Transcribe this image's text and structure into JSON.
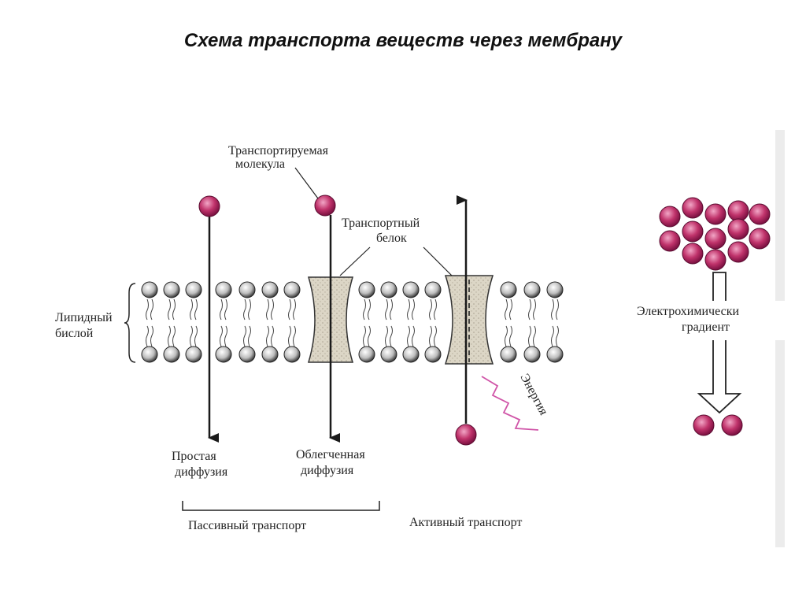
{
  "title": "Схема транспорта веществ через мембрану",
  "labels": {
    "transported_molecule_1": "Транспортируемая",
    "transported_molecule_2": "молекула",
    "transport_protein_1": "Транспортный",
    "transport_protein_2": "белок",
    "lipid_bilayer_1": "Липидный",
    "lipid_bilayer_2": "бислой",
    "simple_diffusion_1": "Простая",
    "simple_diffusion_2": "диффузия",
    "facilitated_diffusion_1": "Облегченная",
    "facilitated_diffusion_2": "диффузия",
    "passive_transport": "Пассивный транспорт",
    "active_transport": "Активный транспорт",
    "energy": "Энергия",
    "gradient_1": "Электрохимически",
    "gradient_2": "градиент"
  },
  "colors": {
    "molecule": "#c0336b",
    "protein": "#d8d2c0",
    "line": "#1a1a1a",
    "energy": "#d055a8",
    "sidebar": "#e9e9e9"
  }
}
